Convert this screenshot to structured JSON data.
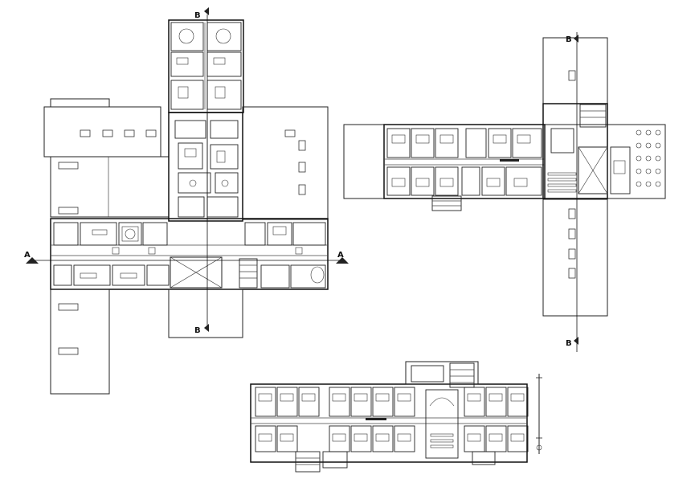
{
  "drawing": {
    "plan_left": {
      "section_a_left": "A",
      "section_a_right": "A",
      "section_b_top": "B",
      "section_b_bottom": "B"
    },
    "plan_right": {
      "section_b_top": "B",
      "section_b_bottom": "B"
    },
    "plan_bottom": {}
  },
  "colors": {
    "line": "#222222",
    "background": "#ffffff"
  }
}
